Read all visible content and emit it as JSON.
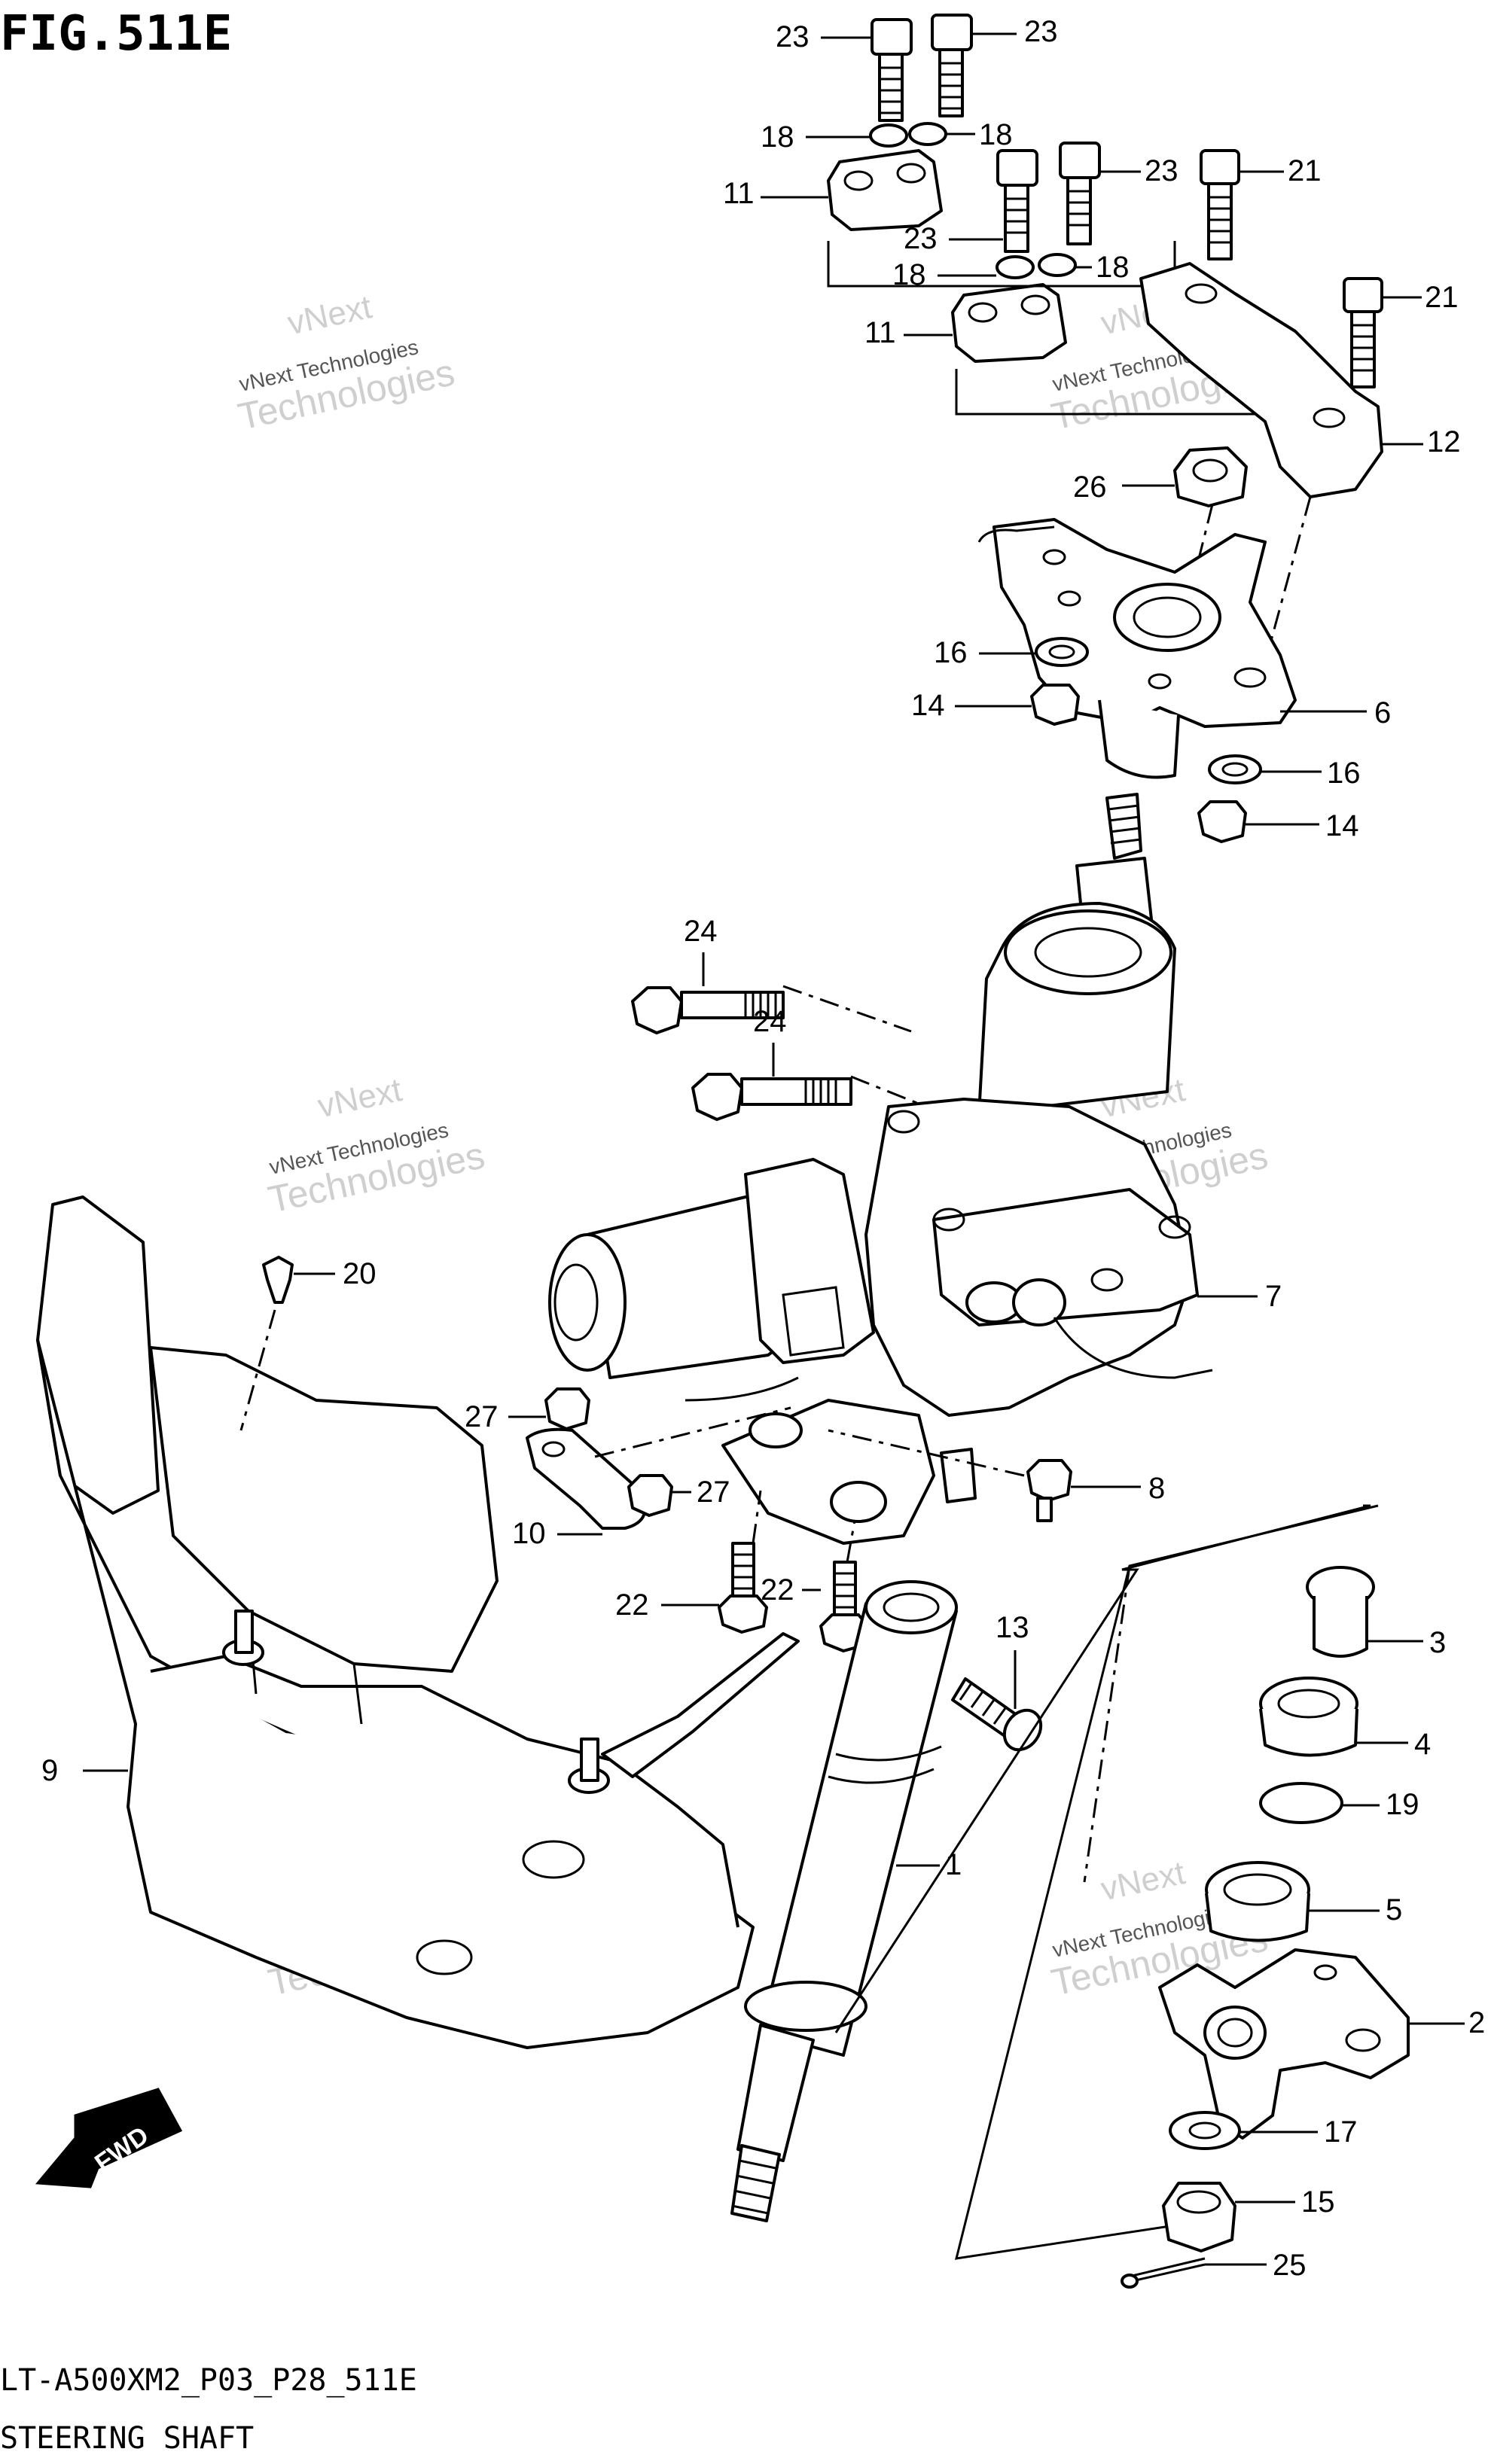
{
  "figure": {
    "title": "FIG.511E",
    "model_code": "LT-A500XM2_P03_P28_511E",
    "caption": "STEERING SHAFT",
    "fwd_label": "FWD"
  },
  "watermark": {
    "line1": "vNext Technologies",
    "line2": "vNext",
    "line3": "Technologies"
  },
  "callouts": [
    {
      "id": "c23a",
      "label": "23"
    },
    {
      "id": "c23b",
      "label": "23"
    },
    {
      "id": "c18a",
      "label": "18"
    },
    {
      "id": "c18b",
      "label": "18"
    },
    {
      "id": "c11a",
      "label": "11"
    },
    {
      "id": "c23c",
      "label": "23"
    },
    {
      "id": "c21a",
      "label": "21"
    },
    {
      "id": "c23d",
      "label": "23"
    },
    {
      "id": "c18c",
      "label": "18"
    },
    {
      "id": "c18d",
      "label": "18"
    },
    {
      "id": "c11b",
      "label": "11"
    },
    {
      "id": "c21b",
      "label": "21"
    },
    {
      "id": "c12",
      "label": "12"
    },
    {
      "id": "c26",
      "label": "26"
    },
    {
      "id": "c16a",
      "label": "16"
    },
    {
      "id": "c14a",
      "label": "14"
    },
    {
      "id": "c6",
      "label": "6"
    },
    {
      "id": "c16b",
      "label": "16"
    },
    {
      "id": "c14b",
      "label": "14"
    },
    {
      "id": "c24a",
      "label": "24"
    },
    {
      "id": "c24b",
      "label": "24"
    },
    {
      "id": "c7",
      "label": "7"
    },
    {
      "id": "c20",
      "label": "20"
    },
    {
      "id": "c27a",
      "label": "27"
    },
    {
      "id": "c27b",
      "label": "27"
    },
    {
      "id": "c10",
      "label": "10"
    },
    {
      "id": "c8",
      "label": "8"
    },
    {
      "id": "c22a",
      "label": "22"
    },
    {
      "id": "c22b",
      "label": "22"
    },
    {
      "id": "c13",
      "label": "13"
    },
    {
      "id": "c3",
      "label": "3"
    },
    {
      "id": "c4",
      "label": "4"
    },
    {
      "id": "c19",
      "label": "19"
    },
    {
      "id": "c9",
      "label": "9"
    },
    {
      "id": "c1",
      "label": "1"
    },
    {
      "id": "c5",
      "label": "5"
    },
    {
      "id": "c2",
      "label": "2"
    },
    {
      "id": "c17",
      "label": "17"
    },
    {
      "id": "c15",
      "label": "15"
    },
    {
      "id": "c25",
      "label": "25"
    }
  ]
}
